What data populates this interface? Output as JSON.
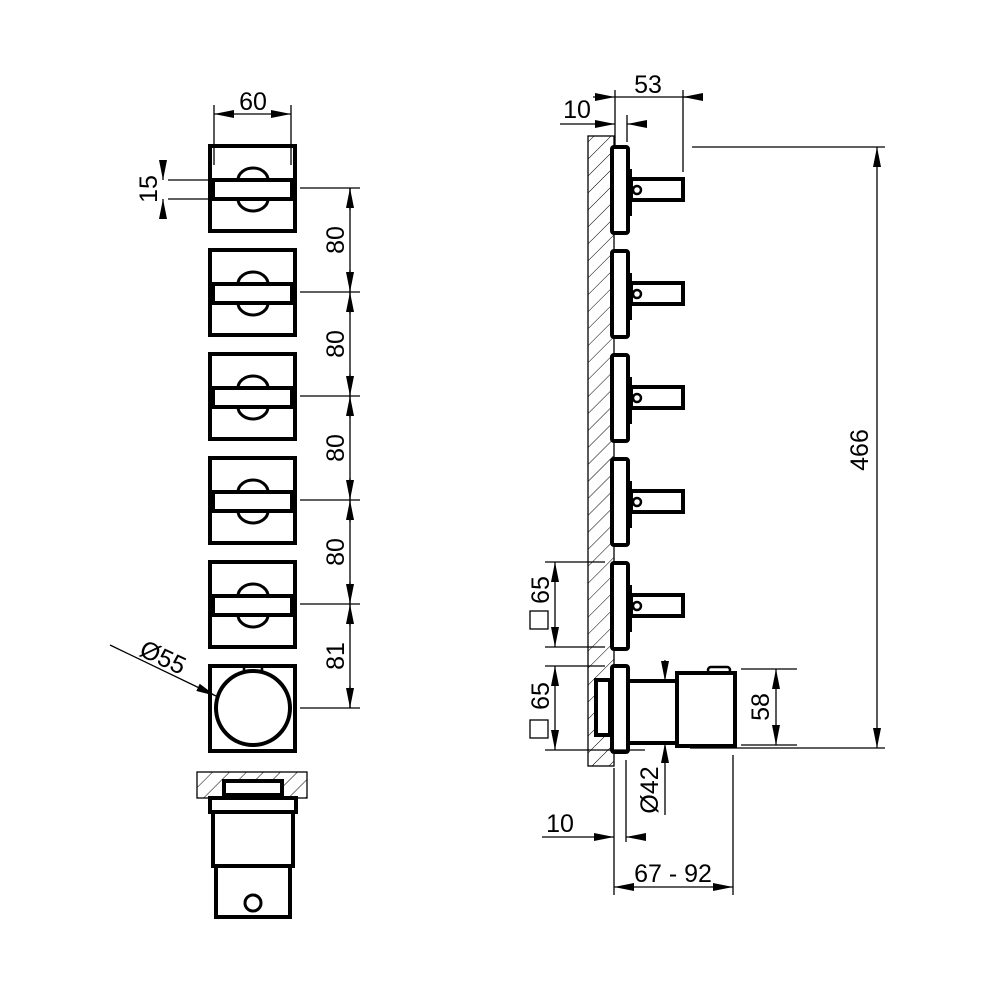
{
  "front_view": {
    "width_dim": "60",
    "handle_height_dim": "15",
    "spacing_dims": [
      "80",
      "80",
      "80",
      "80",
      "81"
    ],
    "knob_diameter_dim": "Ø55"
  },
  "side_view": {
    "wall_offset_top_dim": "10",
    "projection_dim": "53",
    "total_height_dim": "466",
    "plate_dims": [
      "65",
      "65"
    ],
    "body_height_dim": "58",
    "stem_diameter_dim": "Ø42",
    "wall_offset_bottom_dim": "10",
    "depth_range_dim": "67 - 92"
  }
}
